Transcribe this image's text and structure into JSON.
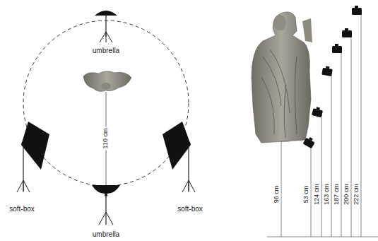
{
  "diagram": {
    "labels": [
      "umbrella",
      "110 cm",
      "soft-box",
      "soft-box",
      "umbrella",
      "96 cm",
      "53 cm",
      "124 cm",
      "163 cm",
      "187 cm",
      "200 cm",
      "222 cm"
    ]
  }
}
